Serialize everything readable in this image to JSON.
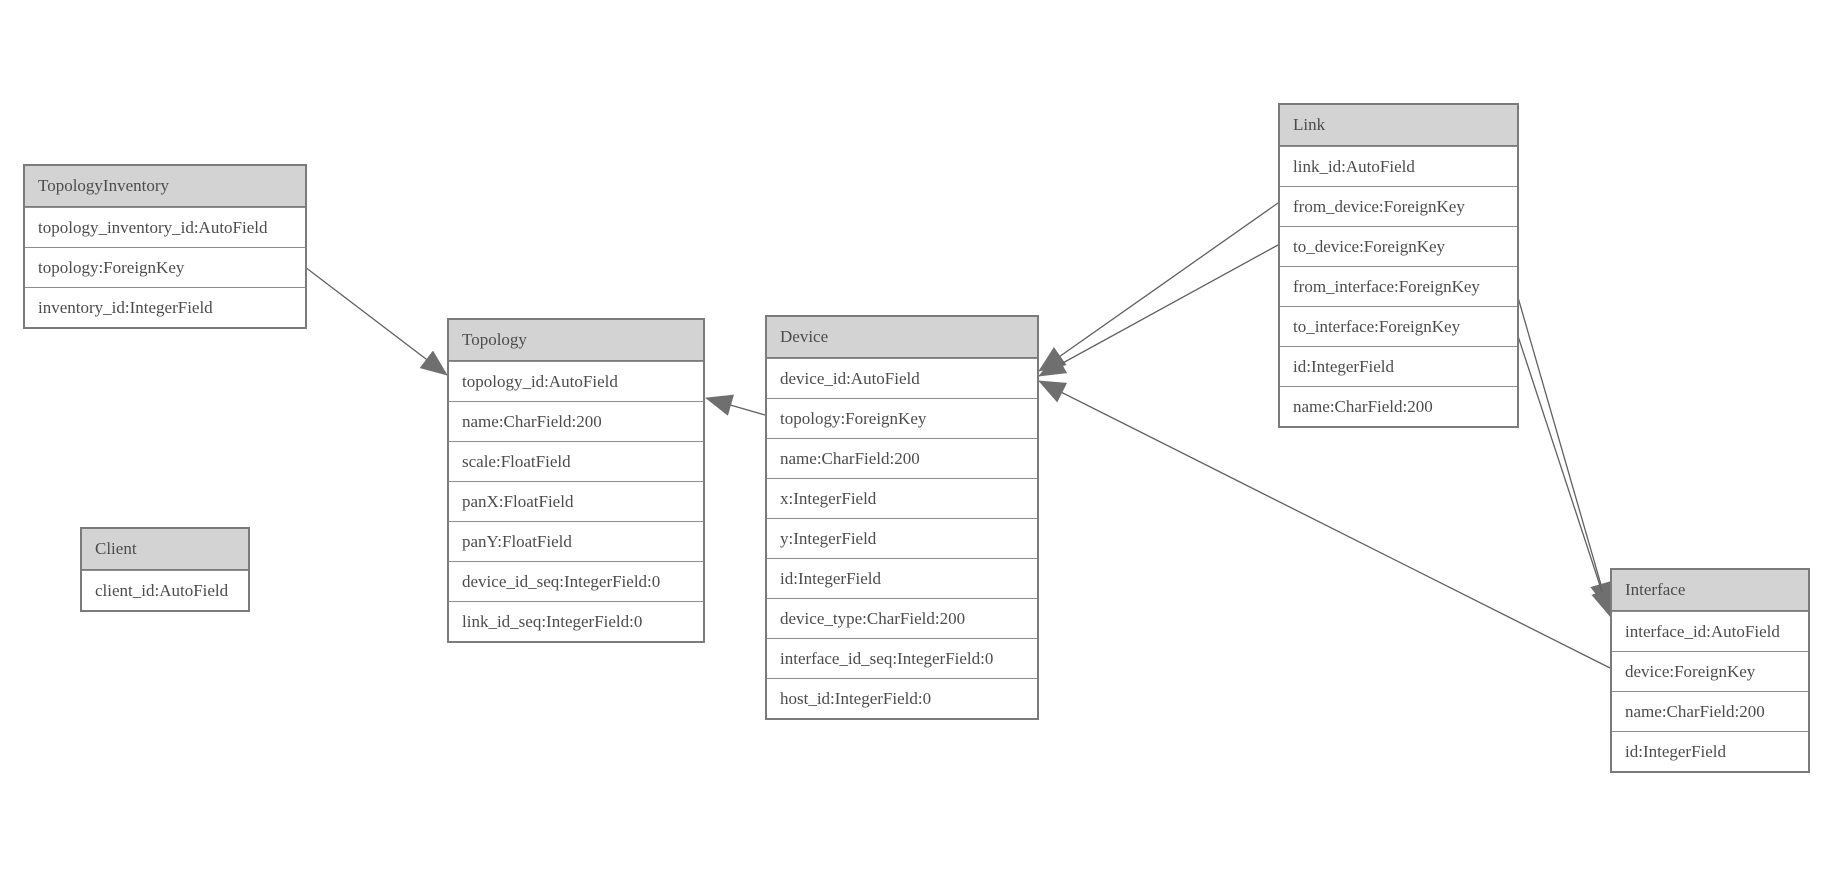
{
  "diagram": {
    "kind": "entity-relationship-model",
    "background": "#ffffff"
  },
  "colors": {
    "header_fill": "#d3d3d3",
    "table_border": "#7b7b7b",
    "row_divider": "#8d8d8d",
    "text": "#4c4c4c",
    "edge_line": "#606060",
    "arrowhead": "#6f6f6f"
  },
  "entities": [
    {
      "name": "TopologyInventory",
      "fields": [
        "topology_inventory_id:AutoField",
        "topology:ForeignKey",
        "inventory_id:IntegerField"
      ]
    },
    {
      "name": "Topology",
      "fields": [
        "topology_id:AutoField",
        "name:CharField:200",
        "scale:FloatField",
        "panX:FloatField",
        "panY:FloatField",
        "device_id_seq:IntegerField:0",
        "link_id_seq:IntegerField:0"
      ]
    },
    {
      "name": "Client",
      "fields": [
        "client_id:AutoField"
      ]
    },
    {
      "name": "Device",
      "fields": [
        "device_id:AutoField",
        "topology:ForeignKey",
        "name:CharField:200",
        "x:IntegerField",
        "y:IntegerField",
        "id:IntegerField",
        "device_type:CharField:200",
        "interface_id_seq:IntegerField:0",
        "host_id:IntegerField:0"
      ]
    },
    {
      "name": "Link",
      "fields": [
        "link_id:AutoField",
        "from_device:ForeignKey",
        "to_device:ForeignKey",
        "from_interface:ForeignKey",
        "to_interface:ForeignKey",
        "id:IntegerField",
        "name:CharField:200"
      ]
    },
    {
      "name": "Interface",
      "fields": [
        "interface_id:AutoField",
        "device:ForeignKey",
        "name:CharField:200",
        "id:IntegerField"
      ]
    }
  ],
  "relationships": [
    {
      "from": "TopologyInventory.topology",
      "to": "Topology"
    },
    {
      "from": "Device.topology",
      "to": "Topology"
    },
    {
      "from": "Link.from_device",
      "to": "Device"
    },
    {
      "from": "Link.to_device",
      "to": "Device"
    },
    {
      "from": "Interface.device",
      "to": "Device"
    },
    {
      "from": "Link.from_interface",
      "to": "Interface"
    },
    {
      "from": "Link.to_interface",
      "to": "Interface"
    }
  ]
}
